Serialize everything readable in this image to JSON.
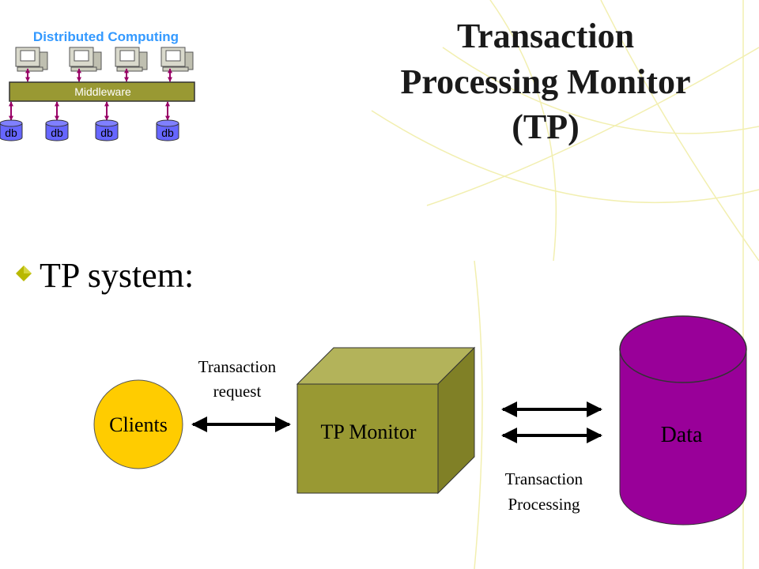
{
  "slide": {
    "title_line1": "Transaction",
    "title_line2": "Processing Monitor",
    "title_line3": "(TP)",
    "bullet": "TP system:"
  },
  "corner_diagram": {
    "title": "Distributed Computing",
    "middleware_label": "Middleware",
    "db_labels": [
      "db",
      "db",
      "db",
      "db"
    ]
  },
  "diagram": {
    "clients": "Clients",
    "request_line1": "Transaction",
    "request_line2": "request",
    "tp_monitor": "TP Monitor",
    "processing_line1": "Transaction",
    "processing_line2": "Processing",
    "data": "Data"
  },
  "colors": {
    "title": "#1a1a1a",
    "accent_blue": "#3399ff",
    "olive": "#999933",
    "olive_top": "#b3b35a",
    "olive_side": "#808026",
    "clients_fill": "#ffcc00",
    "data_fill": "#990099",
    "db_fill": "#6666ff",
    "bullet": "#b8b800"
  }
}
